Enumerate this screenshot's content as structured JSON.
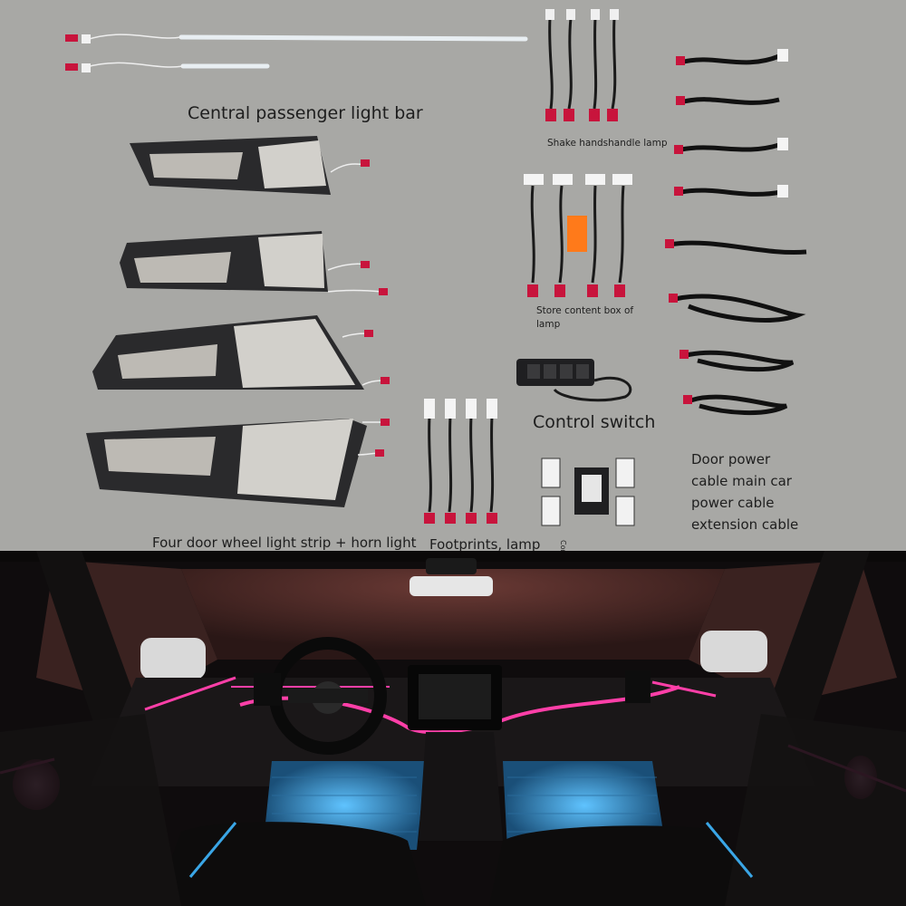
{
  "labels": {
    "central_bar": "Central passenger light bar",
    "shake_lamp": "Shake handshandle lamp",
    "store_box": "Store content box of lamp",
    "control_switch": "Control switch",
    "door_power": "Door power cable main car power cable extension cable",
    "four_door": "Four door wheel light strip + horn light",
    "footprints": "Footprints, lamp",
    "control_box": "Control box"
  },
  "colors": {
    "background_top": "#a8a8a5",
    "panel_dark": "#2a2a2c",
    "speaker_grille": "#d2d0cb",
    "connector_red": "#c8143c",
    "ambient_pink": "#ff3fa8",
    "footwell_blue": "#3aa6e6"
  }
}
